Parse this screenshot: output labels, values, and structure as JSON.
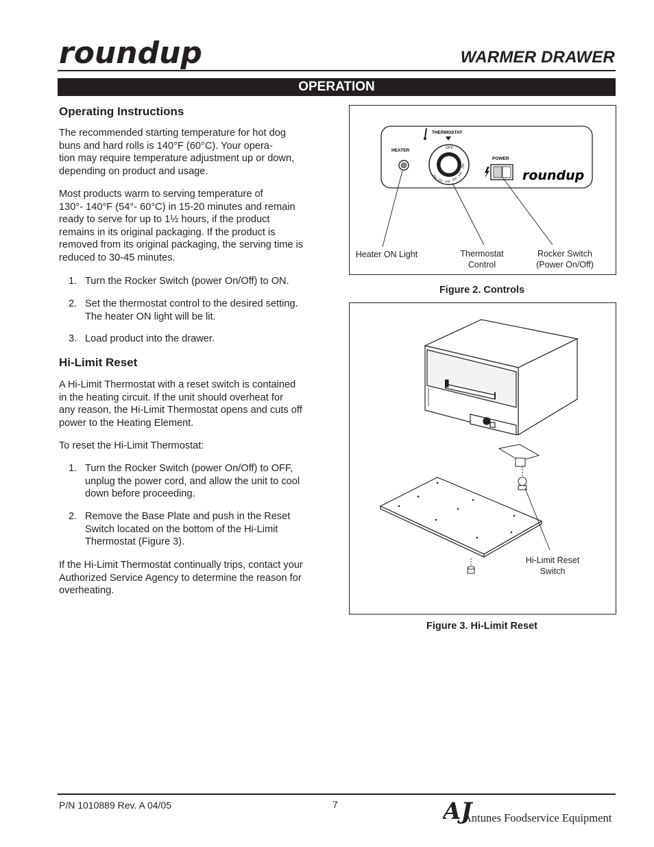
{
  "header": {
    "brand": "roundup",
    "title": "WARMER DRAWER",
    "section": "OPERATION"
  },
  "operating": {
    "heading": "Operating Instructions",
    "para1_lines": [
      "The recommended starting temperature for hot dog",
      "buns and hard rolls is 140°F (60°C).  Your opera-",
      "tion may require temperature adjustment up or down,",
      "depending on product and usage."
    ],
    "para2_lines": [
      "Most products warm to serving temperature of",
      "130°- 140°F (54°- 60°C) in 15-20 minutes and remain",
      "ready to serve for up to 1½ hours, if the product",
      "remains in its original packaging.  If the product is",
      "removed from its original packaging, the serving time is",
      "reduced to 30-45 minutes."
    ],
    "steps": [
      {
        "num": "1.",
        "lines": [
          "Turn the Rocker Switch (power On/Off) to ON."
        ]
      },
      {
        "num": "2.",
        "lines": [
          "Set the thermostat control to the desired setting.",
          "The heater ON light will be lit."
        ]
      },
      {
        "num": "3.",
        "lines": [
          "Load product into the drawer."
        ]
      }
    ]
  },
  "hilimit": {
    "heading": "Hi-Limit Reset",
    "para1_lines": [
      "A Hi-Limit Thermostat with a reset switch is contained",
      "in the heating circuit.  If the unit should overheat for",
      "any reason, the Hi-Limit Thermostat opens and cuts off",
      "power to the Heating Element."
    ],
    "para2": "To reset the Hi-Limit Thermostat:",
    "steps": [
      {
        "num": "1.",
        "lines": [
          "Turn the Rocker Switch (power On/Off) to OFF,",
          "unplug the power cord, and allow the unit to cool",
          "down before proceeding."
        ]
      },
      {
        "num": "2.",
        "lines": [
          "Remove the Base Plate and push in the Reset",
          "Switch located on the bottom of the Hi-Limit",
          "Thermostat (Figure 3)."
        ]
      }
    ],
    "para3_lines": [
      "If the Hi-Limit Thermostat continually trips, contact your",
      "Authorized Service Agency to determine the reason for",
      "overheating."
    ]
  },
  "figure2": {
    "caption": "Figure 2. Controls",
    "panel": {
      "thermostat": "THERMOSTAT",
      "heater": "HEATER",
      "power": "POWER",
      "off": "OFF",
      "brand": "roundup",
      "dial_marks": [
        "100",
        "120",
        "140",
        "160",
        "180",
        "200"
      ]
    },
    "callouts": {
      "heater": "Heater ON Light",
      "thermostat_l1": "Thermostat",
      "thermostat_l2": "Control",
      "rocker_l1": "Rocker Switch",
      "rocker_l2": "(Power On/Off)"
    }
  },
  "figure3": {
    "caption": "Figure 3. Hi-Limit Reset",
    "callout_l1": "Hi-Limit Reset",
    "callout_l2": "Switch"
  },
  "footer": {
    "part_number": "P/N 1010889 Rev. A 04/05",
    "page": "7",
    "company": "Antunes Foodservice Equipment",
    "company_logo": "AJ"
  }
}
